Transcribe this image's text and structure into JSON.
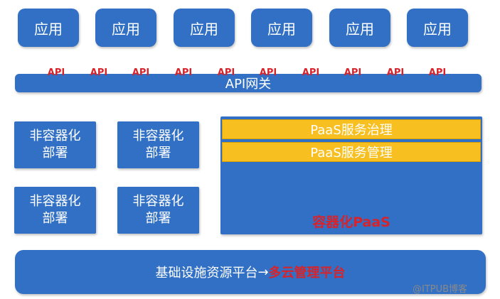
{
  "apps": [
    "应用",
    "应用",
    "应用",
    "应用",
    "应用",
    "应用"
  ],
  "api_labels": [
    "API",
    "API",
    "API",
    "API",
    "API",
    "API",
    "API",
    "API",
    "API",
    "API"
  ],
  "gateway": "API网关",
  "non_container": [
    {
      "line1": "非容器化",
      "line2": "部署"
    },
    {
      "line1": "非容器化",
      "line2": "部署"
    },
    {
      "line1": "非容器化",
      "line2": "部署"
    },
    {
      "line1": "非容器化",
      "line2": "部署"
    }
  ],
  "paas": {
    "governance": "PaaS服务治理",
    "management": "PaaS服务管理",
    "label": "容器化PaaS"
  },
  "infra": {
    "main": "基础设施资源平台",
    "arrow": "→",
    "highlight": "多云管理平台"
  },
  "watermark": "@ITPUB博客",
  "colors": {
    "box_blue": "#3170c4",
    "accent_red": "#d8232a",
    "paas_yellow": "#f7bf1f"
  }
}
